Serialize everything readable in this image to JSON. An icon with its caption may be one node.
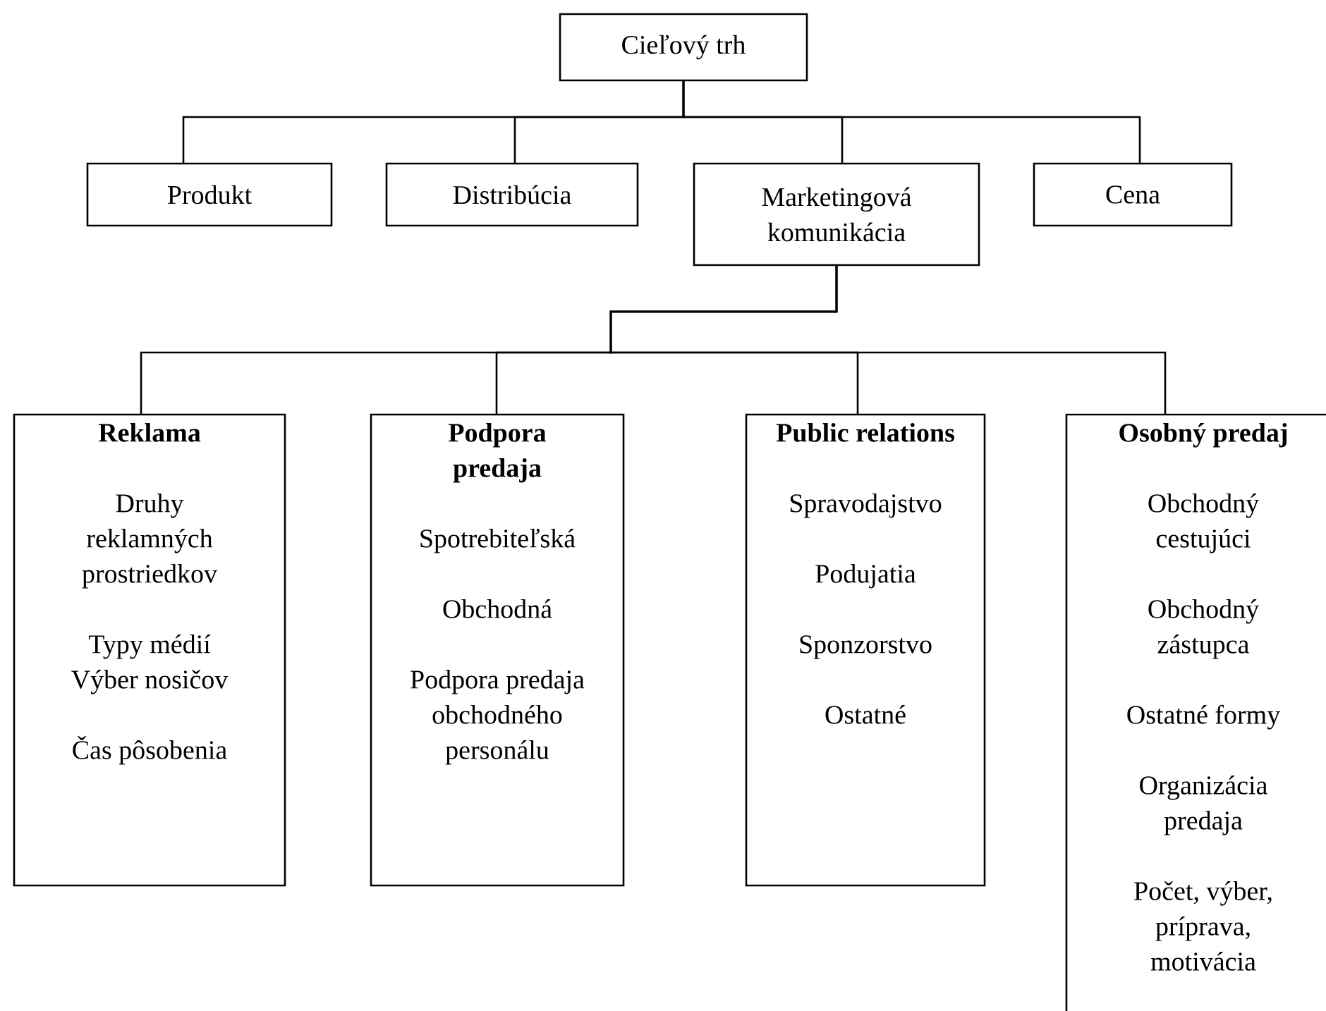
{
  "diagram": {
    "nodes": [
      {
        "text": [
          "Cieľový trh"
        ]
      },
      {
        "text": [
          "Produkt"
        ]
      },
      {
        "text": [
          "Distribúcia"
        ]
      },
      {
        "text": [
          "Marketingová komunikácia"
        ]
      },
      {
        "text": [
          "Cena"
        ]
      },
      {
        "text": [
          "Reklama",
          "Druhy reklamných prostriedkov",
          "Typy médií",
          "Výber nosičov",
          "Čas pôsobenia"
        ]
      },
      {
        "text": [
          "Podpora predaja",
          "Spotrebiteľská",
          "Obchodná",
          "Podpora predaja obchodného personálu"
        ]
      },
      {
        "text": [
          "Public relations",
          "Spravodajstvo",
          "Podujatia",
          "Sponzorstvo",
          "Ostatné"
        ]
      },
      {
        "text": [
          "Osobný predaj",
          "Obchodný cestujúci",
          "Obchodný zástupca",
          "Ostatné formy",
          "Organizácia predaja",
          "Počet, výber, príprava, motivácia"
        ]
      }
    ],
    "edges": [
      {
        "from": 0,
        "to": 1,
        "arrow": "none"
      },
      {
        "from": 0,
        "to": 2,
        "arrow": "none"
      },
      {
        "from": 0,
        "to": 3,
        "arrow": "none"
      },
      {
        "from": 0,
        "to": 4,
        "arrow": "none"
      },
      {
        "from": 3,
        "to": 5,
        "arrow": "none"
      },
      {
        "from": 3,
        "to": 6,
        "arrow": "none"
      },
      {
        "from": 3,
        "to": 7,
        "arrow": "none"
      },
      {
        "from": 3,
        "to": 8,
        "arrow": "none"
      }
    ]
  }
}
